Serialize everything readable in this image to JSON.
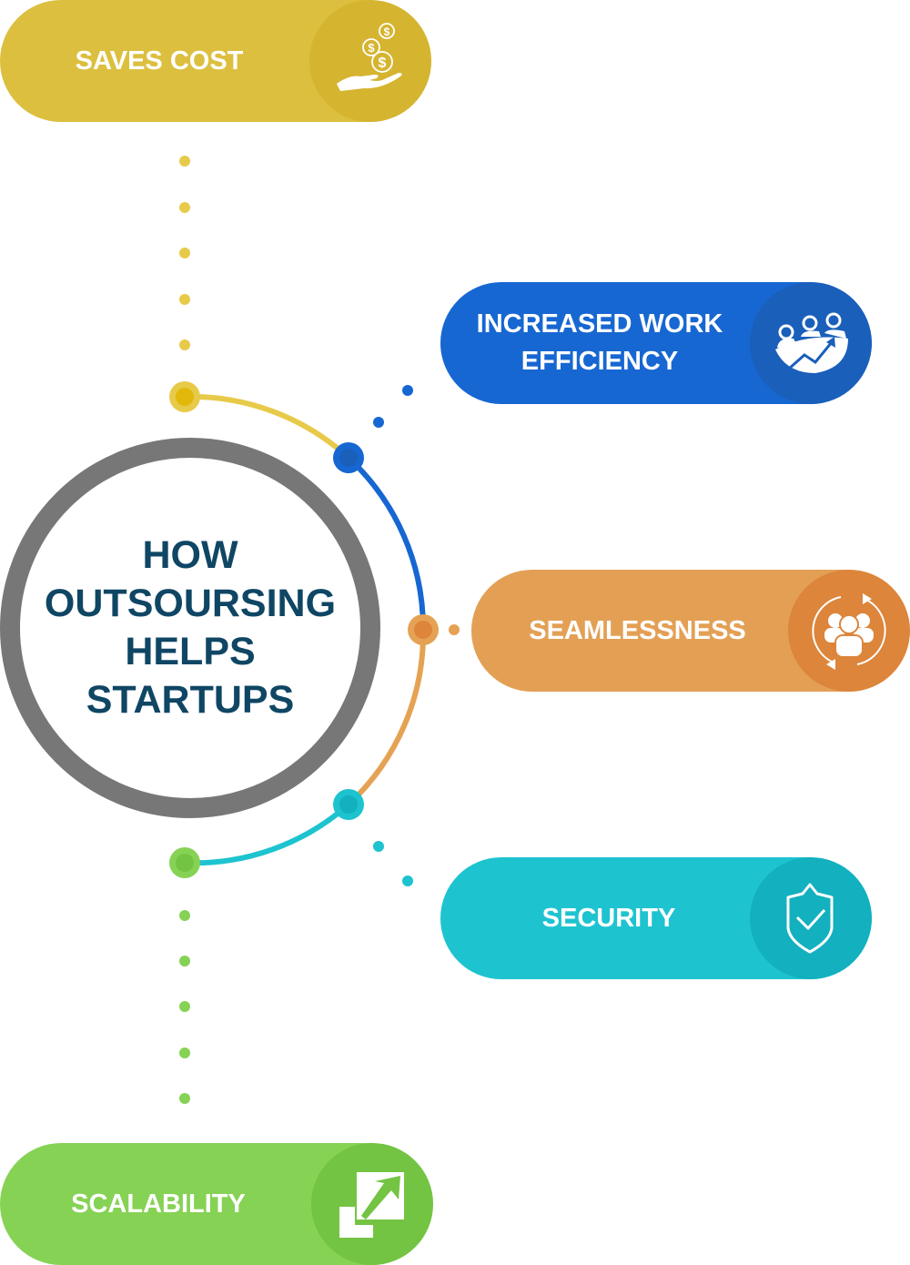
{
  "title": {
    "lines": [
      "HOW",
      "OUTSOURSING",
      "HELPS",
      "STARTUPS"
    ]
  },
  "benefits": [
    {
      "id": "saves-cost",
      "label": "SAVES COST",
      "icon": "money-hand-icon",
      "color": "#dcbf3e",
      "icon_bg": "#d5b430",
      "node": "#e8ca4a",
      "node_inner": "#e2b90a"
    },
    {
      "id": "increased-work-efficiency",
      "label_lines": [
        "INCREASED WORK",
        "EFFICIENCY"
      ],
      "icon": "team-growth-icon",
      "color": "#1767d2",
      "icon_bg": "#1a5fba",
      "node": "#1767d2",
      "node_inner": "#1a5fba"
    },
    {
      "id": "seamlessness",
      "label": "SEAMLESSNESS",
      "icon": "team-cycle-icon",
      "color": "#e3a055",
      "icon_bg": "#dc853b",
      "node": "#e6a254",
      "node_inner": "#dc853b"
    },
    {
      "id": "security",
      "label": "SECURITY",
      "icon": "shield-check-icon",
      "color": "#1ec3d0",
      "icon_bg": "#13b0bf",
      "node": "#1ec3d0",
      "node_inner": "#13b0bf"
    },
    {
      "id": "scalability",
      "label": "SCALABILITY",
      "icon": "expand-arrow-icon",
      "color": "#86d255",
      "icon_bg": "#74c443",
      "node": "#86d255",
      "node_inner": "#74c443"
    }
  ],
  "colors": {
    "ring": "#777777",
    "title": "#0f4664"
  }
}
